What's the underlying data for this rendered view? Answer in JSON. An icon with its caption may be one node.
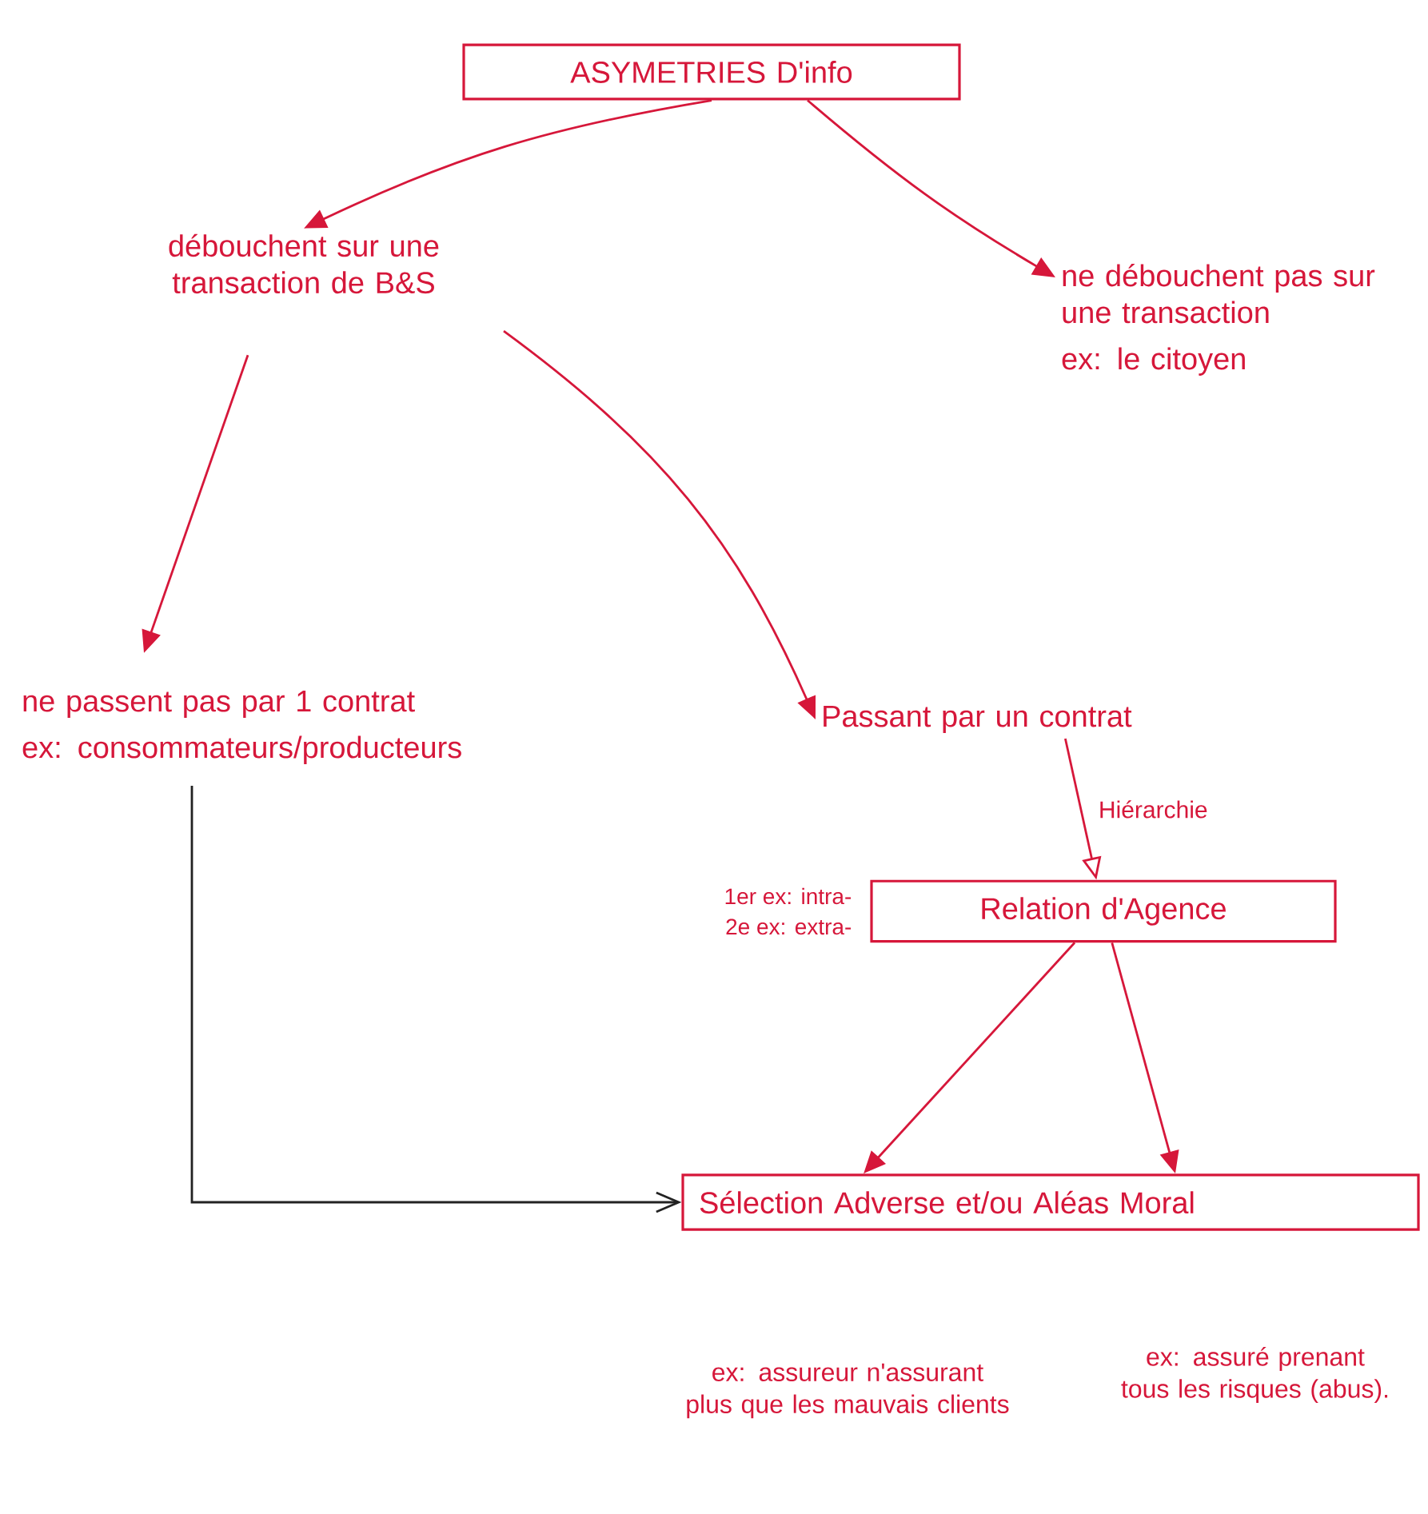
{
  "diagram": {
    "nodes": [
      {
        "text": [
          "ASYMETRIES D'info"
        ]
      },
      {
        "text": [
          "débouchent sur une transaction de B&S"
        ]
      },
      {
        "text": [
          "ne débouchent pas sur une transaction",
          "ex: le citoyen"
        ]
      },
      {
        "text": [
          "ne passent pas par 1 contrat",
          "ex: consommateurs/producteurs"
        ]
      },
      {
        "text": [
          "Passant par un contrat"
        ]
      },
      {
        "text": [
          "Relation d'Agence"
        ],
        "beside": [
          "1er ex: intra-",
          "2e ex: extra-"
        ]
      },
      {
        "text": [
          "Sélection Adverse et/ou Aléas Moral"
        ]
      }
    ],
    "edges": [
      {
        "from": 0,
        "to": 1,
        "arrow": "to"
      },
      {
        "from": 0,
        "to": 2,
        "arrow": "to"
      },
      {
        "from": 1,
        "to": 3,
        "arrow": "to"
      },
      {
        "from": 1,
        "to": 4,
        "arrow": "to"
      },
      {
        "from": 4,
        "to": 5,
        "arrow": "to",
        "label": "Hiérarchie"
      },
      {
        "from": 5,
        "to": 6,
        "arrow": "to"
      },
      {
        "from": 5,
        "to": 6,
        "arrow": "to"
      },
      {
        "from": 3,
        "to": 6,
        "arrow": "to",
        "color": "#222222"
      }
    ],
    "labels": [
      "ex: assureur n'assurant plus que les mauvais clients",
      "ex: assuré prenant tous les risques (abus)."
    ]
  }
}
